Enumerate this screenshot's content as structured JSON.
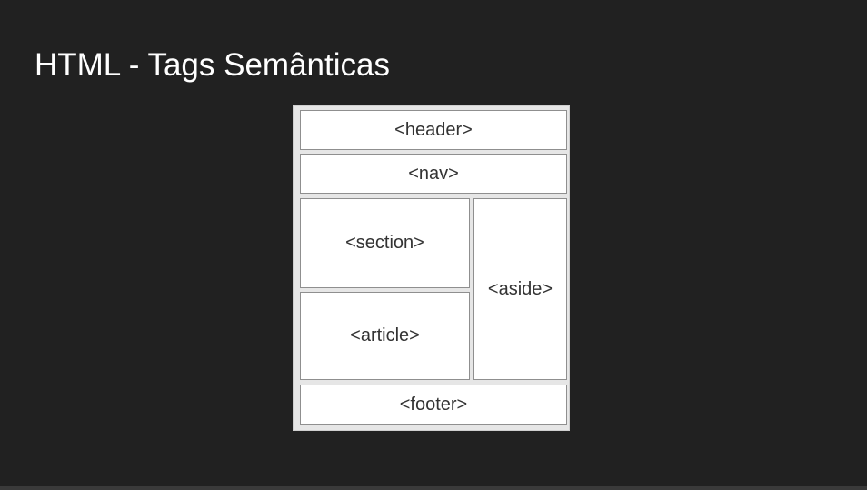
{
  "slide": {
    "title": "HTML - Tags Semânticas"
  },
  "diagram": {
    "header": "<header>",
    "nav": "<nav>",
    "section": "<section>",
    "article": "<article>",
    "aside": "<aside>",
    "footer": "<footer>"
  },
  "colors": {
    "background": "#212121",
    "title_text": "#ffffff",
    "diagram_frame": "#e6e6e6",
    "box_fill": "#ffffff",
    "box_border": "#8f8f8f",
    "box_text": "#333333"
  }
}
